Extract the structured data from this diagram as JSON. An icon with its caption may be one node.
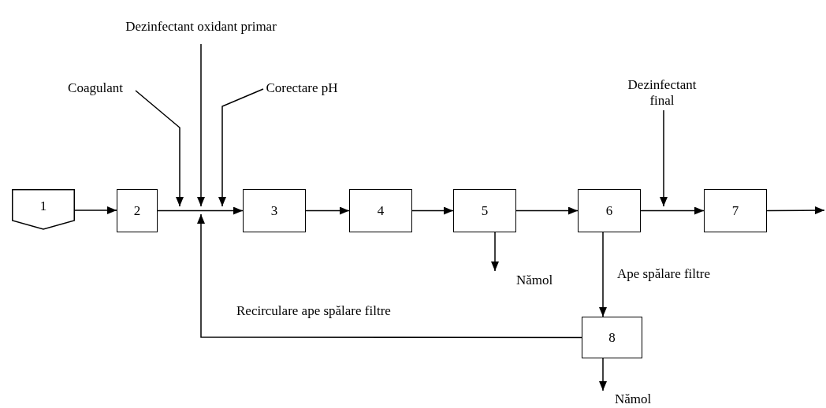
{
  "diagram": {
    "nodes": [
      {
        "text": [
          "1"
        ]
      },
      {
        "text": [
          "2"
        ]
      },
      {
        "text": [
          "3"
        ]
      },
      {
        "text": [
          "4"
        ]
      },
      {
        "text": [
          "5"
        ]
      },
      {
        "text": [
          "6"
        ]
      },
      {
        "text": [
          "7"
        ]
      },
      {
        "text": [
          "8"
        ]
      },
      {
        "text": [
          "Coagulant"
        ]
      },
      {
        "text": [
          "Dezinfectant oxidant primar"
        ]
      },
      {
        "text": [
          "Corectare pH"
        ]
      },
      {
        "text": [
          "Dezinfectant final"
        ]
      },
      {
        "text": [
          "Nămol"
        ]
      },
      {
        "text": [
          "Nămol"
        ]
      }
    ],
    "edges": [
      {
        "from": 0,
        "to": 1,
        "arrow": "to"
      },
      {
        "from": 1,
        "to": 2,
        "arrow": "to"
      },
      {
        "from": 2,
        "to": 3,
        "arrow": "to"
      },
      {
        "from": 3,
        "to": 4,
        "arrow": "to"
      },
      {
        "from": 4,
        "to": 5,
        "arrow": "to"
      },
      {
        "from": 5,
        "to": 6,
        "arrow": "to"
      },
      {
        "from": 6,
        "to": null,
        "arrow": "to"
      },
      {
        "from": 8,
        "to": null,
        "arrow": "to"
      },
      {
        "from": 9,
        "to": null,
        "arrow": "to"
      },
      {
        "from": 10,
        "to": 2,
        "arrow": "to"
      },
      {
        "from": 11,
        "to": null,
        "arrow": "to"
      },
      {
        "from": 4,
        "to": 12,
        "arrow": "to"
      },
      {
        "from": 5,
        "to": 7,
        "arrow": "to",
        "label": "Ape spălare filtre"
      },
      {
        "from": 7,
        "to": null,
        "arrow": "to",
        "label": "Recirculare ape spălare filtre"
      },
      {
        "from": 7,
        "to": 13,
        "arrow": "to"
      }
    ]
  }
}
